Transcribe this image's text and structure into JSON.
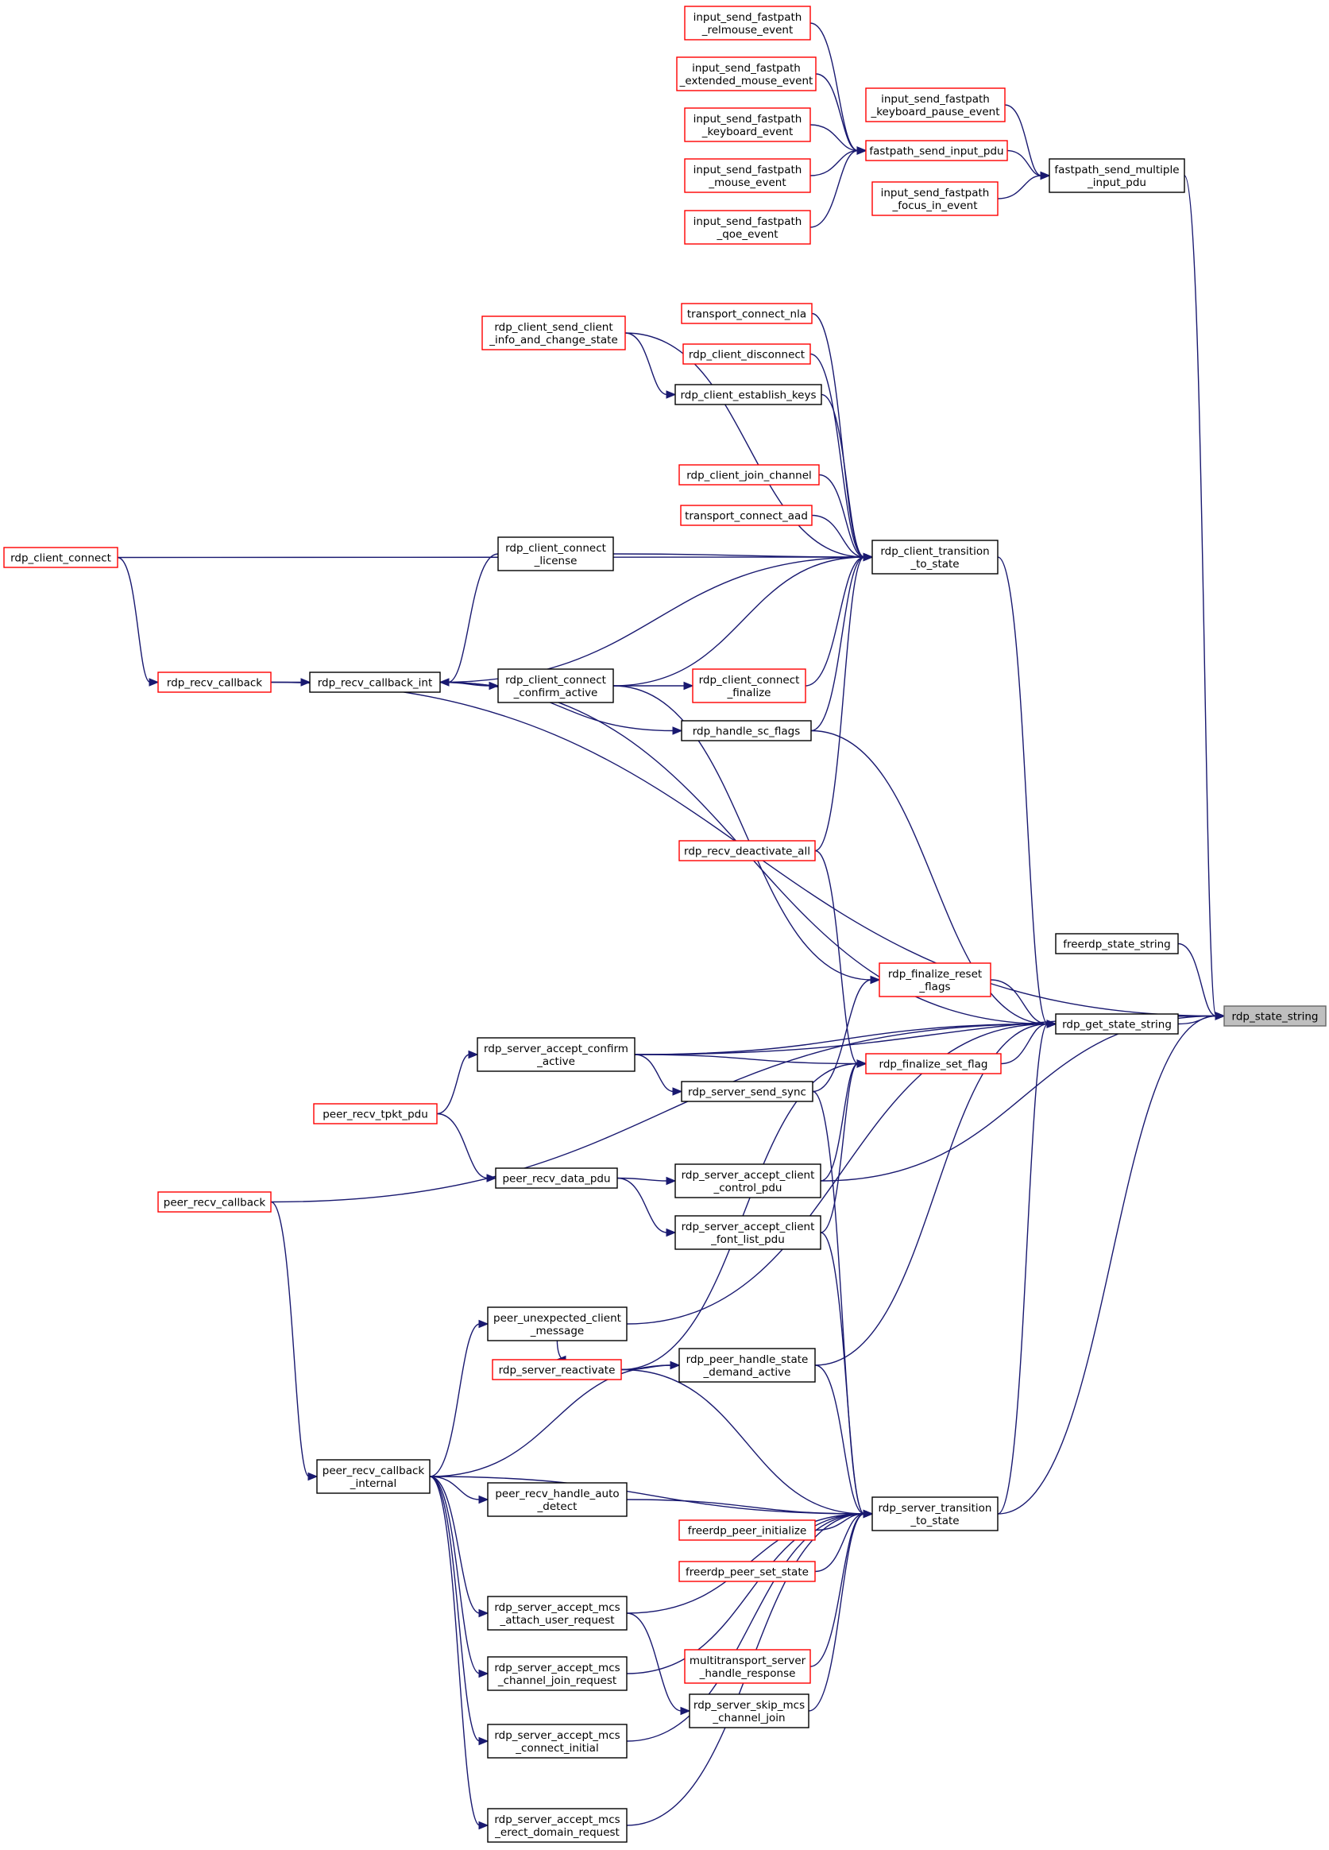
{
  "title": "",
  "colors": {
    "edge": "#191970",
    "truncated_border": "#ff0000",
    "normal_border": "#000000",
    "focus_fill": "#bfbfbf"
  },
  "nodes": [
    {
      "id": "rdp_state_string",
      "lines": [
        "rdp_state_string"
      ],
      "style": "grey"
    },
    {
      "id": "fastpath_send_multiple_input_pdu",
      "lines": [
        "fastpath_send_multiple",
        "_input_pdu"
      ],
      "style": "black"
    },
    {
      "id": "fastpath_send_input_pdu",
      "lines": [
        "fastpath_send_input_pdu"
      ],
      "style": "red"
    },
    {
      "id": "input_send_fastpath_relmouse_event",
      "lines": [
        "input_send_fastpath",
        "_relmouse_event"
      ],
      "style": "red"
    },
    {
      "id": "input_send_fastpath_extended_mouse_event",
      "lines": [
        "input_send_fastpath",
        "_extended_mouse_event"
      ],
      "style": "red"
    },
    {
      "id": "input_send_fastpath_keyboard_event",
      "lines": [
        "input_send_fastpath",
        "_keyboard_event"
      ],
      "style": "red"
    },
    {
      "id": "input_send_fastpath_mouse_event",
      "lines": [
        "input_send_fastpath",
        "_mouse_event"
      ],
      "style": "red"
    },
    {
      "id": "input_send_fastpath_qoe_event",
      "lines": [
        "input_send_fastpath",
        "_qoe_event"
      ],
      "style": "red"
    },
    {
      "id": "input_send_fastpath_keyboard_pause_event",
      "lines": [
        "input_send_fastpath",
        "_keyboard_pause_event"
      ],
      "style": "red"
    },
    {
      "id": "input_send_fastpath_focus_in_event",
      "lines": [
        "input_send_fastpath",
        "_focus_in_event"
      ],
      "style": "red"
    },
    {
      "id": "rdp_client_send_client_info_and_change_state",
      "lines": [
        "rdp_client_send_client",
        "_info_and_change_state"
      ],
      "style": "red"
    },
    {
      "id": "transport_connect_nla",
      "lines": [
        "transport_connect_nla"
      ],
      "style": "red"
    },
    {
      "id": "rdp_client_disconnect",
      "lines": [
        "rdp_client_disconnect"
      ],
      "style": "red"
    },
    {
      "id": "rdp_client_establish_keys",
      "lines": [
        "rdp_client_establish_keys"
      ],
      "style": "black"
    },
    {
      "id": "rdp_client_join_channel",
      "lines": [
        "rdp_client_join_channel"
      ],
      "style": "red"
    },
    {
      "id": "transport_connect_aad",
      "lines": [
        "transport_connect_aad"
      ],
      "style": "red"
    },
    {
      "id": "rdp_client_connect",
      "lines": [
        "rdp_client_connect"
      ],
      "style": "red"
    },
    {
      "id": "rdp_client_connect_license",
      "lines": [
        "rdp_client_connect",
        "_license"
      ],
      "style": "black"
    },
    {
      "id": "rdp_client_transition_to_state",
      "lines": [
        "rdp_client_transition",
        "_to_state"
      ],
      "style": "black"
    },
    {
      "id": "rdp_recv_callback",
      "lines": [
        "rdp_recv_callback"
      ],
      "style": "red"
    },
    {
      "id": "rdp_recv_callback_int",
      "lines": [
        "rdp_recv_callback_int"
      ],
      "style": "black"
    },
    {
      "id": "rdp_client_connect_confirm_active",
      "lines": [
        "rdp_client_connect",
        "_confirm_active"
      ],
      "style": "black"
    },
    {
      "id": "rdp_client_connect_finalize",
      "lines": [
        "rdp_client_connect",
        "_finalize"
      ],
      "style": "red"
    },
    {
      "id": "rdp_handle_sc_flags",
      "lines": [
        "rdp_handle_sc_flags"
      ],
      "style": "black"
    },
    {
      "id": "rdp_recv_deactivate_all",
      "lines": [
        "rdp_recv_deactivate_all"
      ],
      "style": "red"
    },
    {
      "id": "freerdp_state_string",
      "lines": [
        "freerdp_state_string"
      ],
      "style": "black"
    },
    {
      "id": "rdp_finalize_reset_flags",
      "lines": [
        "rdp_finalize_reset",
        "_flags"
      ],
      "style": "red"
    },
    {
      "id": "rdp_get_state_string",
      "lines": [
        "rdp_get_state_string"
      ],
      "style": "black"
    },
    {
      "id": "rdp_server_accept_confirm_active",
      "lines": [
        "rdp_server_accept_confirm",
        "_active"
      ],
      "style": "black"
    },
    {
      "id": "rdp_finalize_set_flag",
      "lines": [
        "rdp_finalize_set_flag"
      ],
      "style": "red"
    },
    {
      "id": "rdp_server_send_sync",
      "lines": [
        "rdp_server_send_sync"
      ],
      "style": "black"
    },
    {
      "id": "peer_recv_tpkt_pdu",
      "lines": [
        "peer_recv_tpkt_pdu"
      ],
      "style": "red"
    },
    {
      "id": "peer_recv_data_pdu",
      "lines": [
        "peer_recv_data_pdu"
      ],
      "style": "black"
    },
    {
      "id": "rdp_server_accept_client_control_pdu",
      "lines": [
        "rdp_server_accept_client",
        "_control_pdu"
      ],
      "style": "black"
    },
    {
      "id": "peer_recv_callback",
      "lines": [
        "peer_recv_callback"
      ],
      "style": "red"
    },
    {
      "id": "rdp_server_accept_client_font_list_pdu",
      "lines": [
        "rdp_server_accept_client",
        "_font_list_pdu"
      ],
      "style": "black"
    },
    {
      "id": "peer_unexpected_client_message",
      "lines": [
        "peer_unexpected_client",
        "_message"
      ],
      "style": "black"
    },
    {
      "id": "rdp_peer_handle_state_demand_active",
      "lines": [
        "rdp_peer_handle_state",
        "_demand_active"
      ],
      "style": "black"
    },
    {
      "id": "rdp_server_reactivate",
      "lines": [
        "rdp_server_reactivate"
      ],
      "style": "red"
    },
    {
      "id": "peer_recv_callback_internal",
      "lines": [
        "peer_recv_callback",
        "_internal"
      ],
      "style": "black"
    },
    {
      "id": "peer_recv_handle_auto_detect",
      "lines": [
        "peer_recv_handle_auto",
        "_detect"
      ],
      "style": "black"
    },
    {
      "id": "rdp_server_transition_to_state",
      "lines": [
        "rdp_server_transition",
        "_to_state"
      ],
      "style": "black"
    },
    {
      "id": "freerdp_peer_initialize",
      "lines": [
        "freerdp_peer_initialize"
      ],
      "style": "red"
    },
    {
      "id": "freerdp_peer_set_state",
      "lines": [
        "freerdp_peer_set_state"
      ],
      "style": "red"
    },
    {
      "id": "rdp_server_accept_mcs_attach_user_request",
      "lines": [
        "rdp_server_accept_mcs",
        "_attach_user_request"
      ],
      "style": "black"
    },
    {
      "id": "multitransport_server_handle_response",
      "lines": [
        "multitransport_server",
        "_handle_response"
      ],
      "style": "red"
    },
    {
      "id": "rdp_server_accept_mcs_channel_join_request",
      "lines": [
        "rdp_server_accept_mcs",
        "_channel_join_request"
      ],
      "style": "black"
    },
    {
      "id": "rdp_server_skip_mcs_channel_join",
      "lines": [
        "rdp_server_skip_mcs",
        "_channel_join"
      ],
      "style": "black"
    },
    {
      "id": "rdp_server_accept_mcs_connect_initial",
      "lines": [
        "rdp_server_accept_mcs",
        "_connect_initial"
      ],
      "style": "black"
    },
    {
      "id": "rdp_server_accept_mcs_erect_domain_request",
      "lines": [
        "rdp_server_accept_mcs",
        "_erect_domain_request"
      ],
      "style": "black"
    }
  ],
  "edges": [
    [
      "rdp_state_string",
      "fastpath_send_multiple_input_pdu"
    ],
    [
      "fastpath_send_multiple_input_pdu",
      "fastpath_send_input_pdu"
    ],
    [
      "fastpath_send_multiple_input_pdu",
      "input_send_fastpath_keyboard_pause_event"
    ],
    [
      "fastpath_send_multiple_input_pdu",
      "input_send_fastpath_focus_in_event"
    ],
    [
      "fastpath_send_input_pdu",
      "input_send_fastpath_relmouse_event"
    ],
    [
      "fastpath_send_input_pdu",
      "input_send_fastpath_extended_mouse_event"
    ],
    [
      "fastpath_send_input_pdu",
      "input_send_fastpath_keyboard_event"
    ],
    [
      "fastpath_send_input_pdu",
      "input_send_fastpath_mouse_event"
    ],
    [
      "fastpath_send_input_pdu",
      "input_send_fastpath_qoe_event"
    ],
    [
      "rdp_state_string",
      "freerdp_state_string"
    ],
    [
      "rdp_state_string",
      "rdp_get_state_string"
    ],
    [
      "rdp_state_string",
      "rdp_recv_callback"
    ],
    [
      "rdp_state_string",
      "rdp_server_accept_confirm_active"
    ],
    [
      "rdp_state_string",
      "rdp_server_accept_client_control_pdu"
    ],
    [
      "rdp_state_string",
      "rdp_server_transition_to_state"
    ],
    [
      "rdp_get_state_string",
      "rdp_client_transition_to_state"
    ],
    [
      "rdp_get_state_string",
      "rdp_recv_callback_int"
    ],
    [
      "rdp_get_state_string",
      "rdp_handle_sc_flags"
    ],
    [
      "rdp_get_state_string",
      "rdp_finalize_reset_flags"
    ],
    [
      "rdp_get_state_string",
      "rdp_finalize_set_flag"
    ],
    [
      "rdp_get_state_string",
      "rdp_server_accept_confirm_active"
    ],
    [
      "rdp_get_state_string",
      "peer_recv_callback"
    ],
    [
      "rdp_get_state_string",
      "peer_unexpected_client_message"
    ],
    [
      "rdp_get_state_string",
      "rdp_peer_handle_state_demand_active"
    ],
    [
      "rdp_get_state_string",
      "rdp_server_transition_to_state"
    ],
    [
      "rdp_client_transition_to_state",
      "rdp_client_send_client_info_and_change_state"
    ],
    [
      "rdp_client_transition_to_state",
      "transport_connect_nla"
    ],
    [
      "rdp_client_transition_to_state",
      "rdp_client_disconnect"
    ],
    [
      "rdp_client_transition_to_state",
      "rdp_client_establish_keys"
    ],
    [
      "rdp_client_transition_to_state",
      "rdp_client_connect"
    ],
    [
      "rdp_client_transition_to_state",
      "rdp_client_join_channel"
    ],
    [
      "rdp_client_transition_to_state",
      "transport_connect_aad"
    ],
    [
      "rdp_client_transition_to_state",
      "rdp_client_connect_license"
    ],
    [
      "rdp_client_transition_to_state",
      "rdp_recv_callback_int"
    ],
    [
      "rdp_client_transition_to_state",
      "rdp_client_connect_confirm_active"
    ],
    [
      "rdp_client_transition_to_state",
      "rdp_client_connect_finalize"
    ],
    [
      "rdp_client_transition_to_state",
      "rdp_handle_sc_flags"
    ],
    [
      "rdp_client_transition_to_state",
      "rdp_recv_deactivate_all"
    ],
    [
      "rdp_client_establish_keys",
      "rdp_client_send_client_info_and_change_state"
    ],
    [
      "rdp_recv_callback",
      "rdp_client_connect"
    ],
    [
      "rdp_recv_callback_int",
      "rdp_recv_callback"
    ],
    [
      "rdp_recv_callback_int",
      "rdp_client_connect_license"
    ],
    [
      "rdp_client_connect_confirm_active",
      "rdp_recv_callback_int"
    ],
    [
      "rdp_client_connect_finalize",
      "rdp_client_connect_confirm_active"
    ],
    [
      "rdp_handle_sc_flags",
      "rdp_recv_callback_int"
    ],
    [
      "rdp_finalize_reset_flags",
      "rdp_client_connect_confirm_active"
    ],
    [
      "rdp_finalize_reset_flags",
      "rdp_server_send_sync"
    ],
    [
      "rdp_finalize_set_flag",
      "rdp_recv_deactivate_all"
    ],
    [
      "rdp_finalize_set_flag",
      "rdp_server_accept_confirm_active"
    ],
    [
      "rdp_finalize_set_flag",
      "rdp_server_accept_client_control_pdu"
    ],
    [
      "rdp_finalize_set_flag",
      "rdp_server_accept_client_font_list_pdu"
    ],
    [
      "rdp_finalize_set_flag",
      "rdp_server_reactivate"
    ],
    [
      "rdp_server_accept_confirm_active",
      "peer_recv_tpkt_pdu"
    ],
    [
      "rdp_server_send_sync",
      "rdp_server_accept_confirm_active"
    ],
    [
      "peer_recv_data_pdu",
      "peer_recv_tpkt_pdu"
    ],
    [
      "rdp_server_accept_client_control_pdu",
      "peer_recv_data_pdu"
    ],
    [
      "rdp_server_accept_client_font_list_pdu",
      "peer_recv_data_pdu"
    ],
    [
      "peer_recv_callback_internal",
      "peer_recv_callback"
    ],
    [
      "peer_unexpected_client_message",
      "peer_recv_callback_internal"
    ],
    [
      "rdp_peer_handle_state_demand_active",
      "rdp_server_reactivate"
    ],
    [
      "rdp_peer_handle_state_demand_active",
      "peer_recv_callback_internal"
    ],
    [
      "rdp_server_transition_to_state",
      "rdp_server_send_sync"
    ],
    [
      "rdp_server_transition_to_state",
      "rdp_server_accept_client_font_list_pdu"
    ],
    [
      "rdp_server_transition_to_state",
      "rdp_peer_handle_state_demand_active"
    ],
    [
      "rdp_server_transition_to_state",
      "rdp_server_reactivate"
    ],
    [
      "rdp_server_transition_to_state",
      "peer_recv_callback_internal"
    ],
    [
      "rdp_server_transition_to_state",
      "peer_recv_handle_auto_detect"
    ],
    [
      "rdp_server_transition_to_state",
      "freerdp_peer_initialize"
    ],
    [
      "rdp_server_transition_to_state",
      "freerdp_peer_set_state"
    ],
    [
      "rdp_server_transition_to_state",
      "rdp_server_accept_mcs_attach_user_request"
    ],
    [
      "rdp_server_transition_to_state",
      "multitransport_server_handle_response"
    ],
    [
      "rdp_server_transition_to_state",
      "rdp_server_skip_mcs_channel_join"
    ],
    [
      "rdp_server_transition_to_state",
      "rdp_server_accept_mcs_channel_join_request"
    ],
    [
      "rdp_server_transition_to_state",
      "rdp_server_accept_mcs_connect_initial"
    ],
    [
      "rdp_server_transition_to_state",
      "rdp_server_accept_mcs_erect_domain_request"
    ],
    [
      "peer_recv_handle_auto_detect",
      "peer_recv_callback_internal"
    ],
    [
      "rdp_server_accept_mcs_attach_user_request",
      "peer_recv_callback_internal"
    ],
    [
      "rdp_server_skip_mcs_channel_join",
      "rdp_server_accept_mcs_attach_user_request"
    ],
    [
      "rdp_server_accept_mcs_channel_join_request",
      "peer_recv_callback_internal"
    ],
    [
      "rdp_server_accept_mcs_connect_initial",
      "peer_recv_callback_internal"
    ],
    [
      "rdp_server_accept_mcs_erect_domain_request",
      "peer_recv_callback_internal"
    ],
    [
      "rdp_server_reactivate",
      "peer_unexpected_client_message"
    ]
  ]
}
